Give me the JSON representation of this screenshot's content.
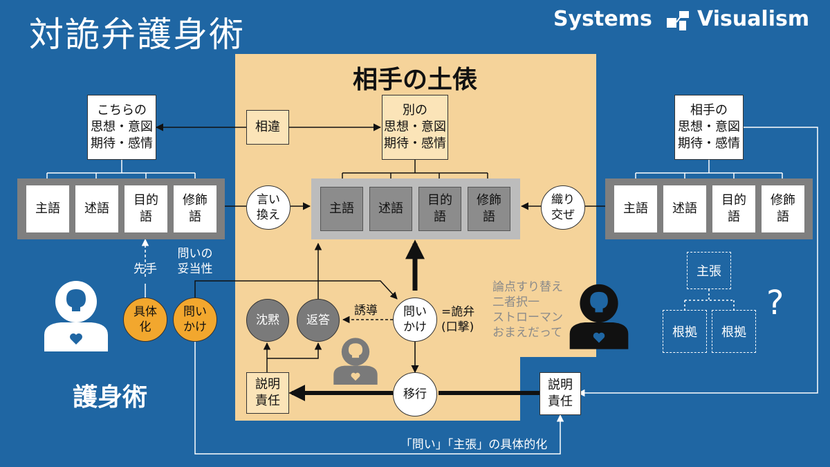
{
  "header": {
    "title": "対詭弁護身術",
    "brand_left": "Systems",
    "brand_right": "Visualism"
  },
  "arena": {
    "title": "相手の土俵",
    "discrepancy": "相違",
    "other_intent": "別の\n思想・意図\n期待・感情",
    "sentence_parts": [
      "主語",
      "述語",
      "目的\n語",
      "修飾\n語"
    ],
    "rephrase": "言い\n換え",
    "interweave": "織り\n交ぜ",
    "silence": "沈黙",
    "reply": "返答",
    "induce": "誘導",
    "question": "問い\nかけ",
    "sophistry": "=詭弁\n(口撃)",
    "tactics": "論点すり替え\n二者択一\nストローマン\nおまえだって",
    "shift": "移行",
    "accountability": "説明\n責任"
  },
  "left": {
    "intent": "こちらの\n思想・意図\n期待・感情",
    "sentence_parts": [
      "主語",
      "述語",
      "目的\n語",
      "修飾\n語"
    ],
    "preempt": "先手",
    "validity": "問いの\n妥当性",
    "concretize": "具体\n化",
    "question": "問い\nかけ",
    "self_defense": "護身術"
  },
  "right": {
    "intent": "相手の\n思想・意図\n期待・感情",
    "sentence_parts": [
      "主語",
      "述語",
      "目的\n語",
      "修飾\n語"
    ],
    "claim": "主張",
    "basis": [
      "根拠",
      "根拠"
    ],
    "unknown": "?",
    "accountability": "説明\n責任"
  },
  "footer": {
    "concretize_note": "「問い」「主張」の具体的化"
  },
  "colors": {
    "background": "#1f66a3",
    "arena": "#f5d39a",
    "orange": "#f2a72e",
    "dark_circle": "#7a7a7a"
  }
}
